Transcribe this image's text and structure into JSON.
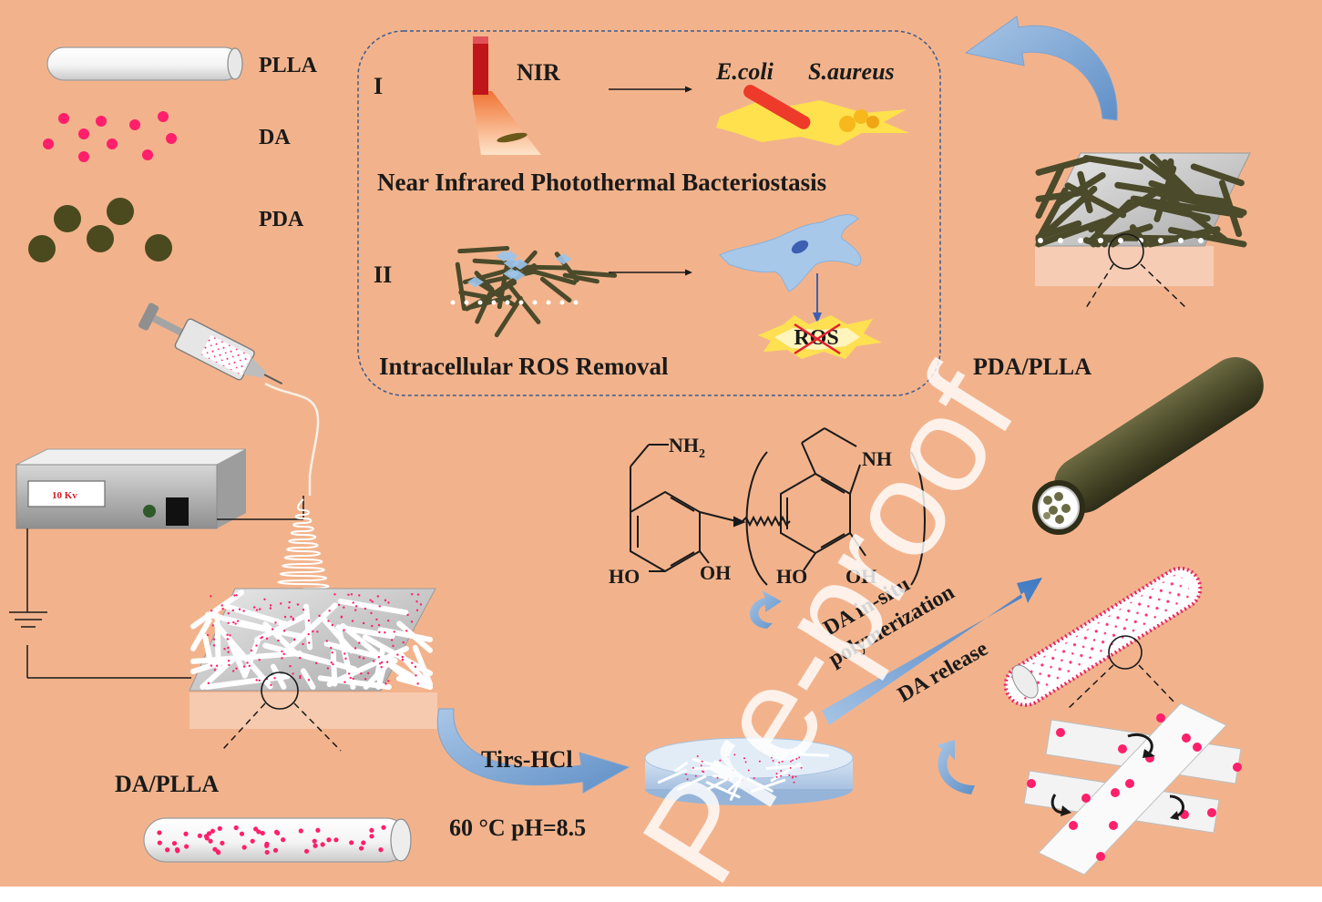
{
  "colors": {
    "background": "#f2b38c",
    "dopamine_dot": "#ff1f6b",
    "pda_particle": "#4a4a1e",
    "fiber_dark": "#4b4a2a",
    "arrow_blue": "#7aa7d2",
    "box_border": "#3c5a8c",
    "flash_yellow": "#ffe44a",
    "ecoli_red": "#ee3a2a",
    "saureus_gold": "#f6b81c",
    "watermark": "#ffffff"
  },
  "legend": {
    "plla": "PLLA",
    "da": "DA",
    "pda": "PDA"
  },
  "mechanism_box": {
    "section1_numeral": "I",
    "nir_label": "NIR",
    "ecoli": "E.coli",
    "saureus": "S.aureus",
    "section1_title": "Near Infrared Photothermal Bacteriostasis",
    "section2_numeral": "II",
    "ros_label": "ROS",
    "section2_title": "Intracellular ROS Removal"
  },
  "power_supply": {
    "voltage": "10 Kv"
  },
  "labels": {
    "da_plla": "DA/PLLA",
    "pda_plla": "PDA/PLLA",
    "tris": "Tirs-HCl",
    "conditions": "60 °C  pH=8.5",
    "polymerization_line1": "DA in-situ",
    "polymerization_line2": "polymerization",
    "da_release": "DA release"
  },
  "chemistry": {
    "nh2_main": "NH",
    "nh2_sub": "2",
    "oh1": "HO",
    "oh2": "OH",
    "oh3": "HO",
    "oh4": "OH",
    "nh": "NH"
  },
  "watermark": "Pre-proof"
}
